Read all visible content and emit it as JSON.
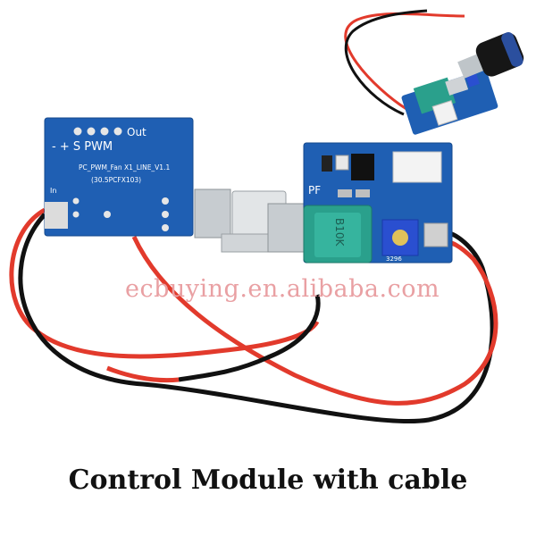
{
  "board_left": {
    "out_label": "Out",
    "pin_labels": "- + S PWM",
    "model": "PC_PWM_Fan  X1_LINE_V1.1",
    "code": "(30.5PCFX103)",
    "in_label": "In"
  },
  "board_right": {
    "pf_label": "PF",
    "pot_marking": "B10K",
    "trimmer_code": "3296"
  },
  "watermark": "ecbuying.en.alibaba.com",
  "caption": "Control Module with cable",
  "colors": {
    "pcb_blue": "#1f5fb3",
    "wire_red": "#e23a2c",
    "wire_black": "#111111",
    "pot_teal": "#2aa08c",
    "trimmer_blue": "#2a4fd0"
  }
}
